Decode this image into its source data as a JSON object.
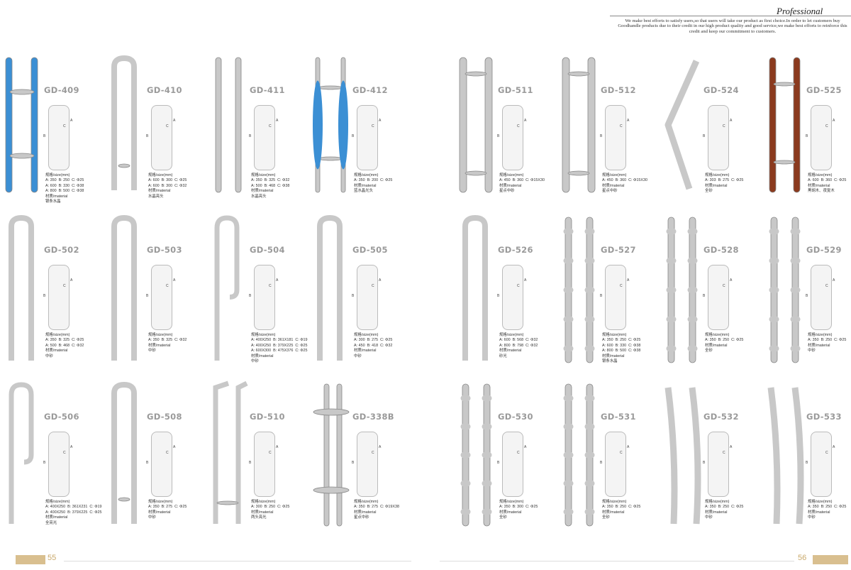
{
  "header": {
    "brand": "Professional",
    "intro": "We make best efforts to satisfy users,so that users will take our product as first choice.In order to let customers buy Goodhandle products due to their credit in our high product quality and good service,we make best efforts to reinforce this credit and keep our commitment to customers."
  },
  "footer": {
    "left_page": "55",
    "right_page": "56"
  },
  "products": [
    {
      "code": "GD-409",
      "specs": "规格/size(mm)\nA: 350  B: 250  C: Φ25\nA: 600  B: 330  C: Φ38\nA: 800  B: 500  C: Φ38\n材质/material\n银条水晶"
    },
    {
      "code": "GD-410",
      "specs": "规格/size(mm)\nA: 600  B: 300  C: Φ25\nA: 600  B: 300  C: Φ32\n材质/material\n水晶亮头"
    },
    {
      "code": "GD-411",
      "specs": "规格/size(mm)\nA: 350  B: 325  C: Φ32\nA: 500  B: 468  C: Φ38\n材质/material\n水晶亮头"
    },
    {
      "code": "GD-412",
      "specs": "规格/size(mm)\nA: 350  B: 200  C: Φ25\n材质/material\n蓝水晶光头"
    },
    {
      "code": "GD-511",
      "specs": "规格/size(mm)\nA: 450  B: 360  C: Φ15X30\n材质/material\n星点中砂"
    },
    {
      "code": "GD-512",
      "specs": "规格/size(mm)\nA: 450  B: 360  C: Φ15X30\n材质/material\n星点中砂"
    },
    {
      "code": "GD-524",
      "specs": "规格/size(mm)\nA: 303  B: 275  C: Φ25\n材质/material\n全砂"
    },
    {
      "code": "GD-525",
      "specs": "规格/size(mm)\nA: 600  B: 360  C: Φ25\n材质/material\n黑胡木、夜复木"
    },
    {
      "code": "GD-502",
      "specs": "规格/size(mm)\nA: 350  B: 325  C: Φ25\nA: 500  B: 468  C: Φ32\n材质/material\n中砂"
    },
    {
      "code": "GD-503",
      "specs": "规格/size(mm)\nA: 350  B: 325  C: Φ32\n材质/material\n中砂"
    },
    {
      "code": "GD-504",
      "specs": "规格/size(mm)\nA: 400X250  B: 361X181  C: Φ19\nA: 400X250  B: 379X225  C: Φ25\nA: 600X300  B: 475X376  C: Φ25\n材质/material\n中砂"
    },
    {
      "code": "GD-505",
      "specs": "规格/size(mm)\nA: 300  B: 275  C: Φ25\nA: 450  B: 418  C: Φ32\n材质/material\n中砂"
    },
    {
      "code": "GD-526",
      "specs": "规格/size(mm)\nA: 600  B: 568  C: Φ32\nA: 800  B: 798  C: Φ32\n材质/material\n砂光"
    },
    {
      "code": "GD-527",
      "specs": "规格/size(mm)\nA: 350  B: 250  C: Φ25\nA: 600  B: 330  C: Φ38\nA: 800  B: 500  C: Φ38\n材质/material\n银条水晶"
    },
    {
      "code": "GD-528",
      "specs": "规格/size(mm)\nA: 350  B: 250  C: Φ25\n材质/material\n全砂"
    },
    {
      "code": "GD-529",
      "specs": "规格/size(mm)\nA: 350  B: 250  C: Φ25\n材质/material\n中砂"
    },
    {
      "code": "GD-506",
      "specs": "规格/size(mm)\nA: 400X250  B: 361X231  C: Φ19\nA: 400X250  B: 379X225  C: Φ25\n材质/material\n全亮光"
    },
    {
      "code": "GD-508",
      "specs": "规格/size(mm)\nA: 350  B: 275  C: Φ25\n材质/material\n中砂"
    },
    {
      "code": "GD-510",
      "specs": "规格/size(mm)\nA: 300  B: 250  C: Φ25\n材质/material\n两头亮光"
    },
    {
      "code": "GD-338B",
      "specs": "规格/size(mm)\nA: 350  B: 275  C: Φ19X38\n材质/material\n星点中砂"
    },
    {
      "code": "GD-530",
      "specs": "规格/size(mm)\nA: 350  B: 300  C: Φ25\n材质/material\n全砂"
    },
    {
      "code": "GD-531",
      "specs": "规格/size(mm)\nA: 350  B: 250  C: Φ25\n材质/material\n全砂"
    },
    {
      "code": "GD-532",
      "specs": "规格/size(mm)\nA: 350  B: 250  C: Φ25\n材质/material\n中砂"
    },
    {
      "code": "GD-533",
      "specs": "规格/size(mm)\nA: 350  B: 250  C: Φ25\n材质/material\n中砂"
    }
  ],
  "diagram_labels": {
    "a": "A",
    "b": "B",
    "c": "C"
  },
  "colors": {
    "steel": "#c8c8c8",
    "blue_crystal": "#3b8fd4",
    "wood": "#8b3a1e",
    "accent": "#d9bf8f"
  }
}
